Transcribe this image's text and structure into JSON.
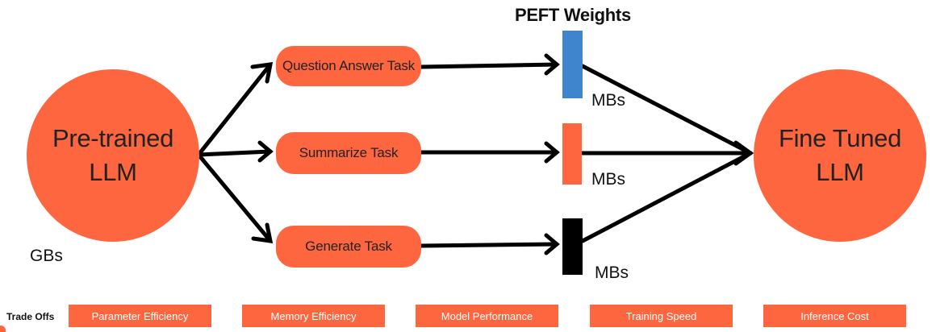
{
  "colors": {
    "orange": "#fe6640",
    "blue": "#3f85cd",
    "black": "#000000",
    "text": "#222222"
  },
  "title": "PEFT Weights",
  "source_model": {
    "line1": "Pre-trained",
    "line2": "LLM",
    "size_label": "GBs"
  },
  "target_model": {
    "line1": "Fine Tuned",
    "line2": "LLM"
  },
  "tasks": [
    {
      "label": "Question Answer Task",
      "weight_color": "blue",
      "weight_size": "MBs"
    },
    {
      "label": "Summarize Task",
      "weight_color": "orange",
      "weight_size": "MBs"
    },
    {
      "label": "Generate Task",
      "weight_color": "black",
      "weight_size": "MBs"
    }
  ],
  "tradeoffs": {
    "title": "Trade Offs",
    "items": [
      "Parameter Efficiency",
      "Memory Efficiency",
      "Model Performance",
      "Training Speed",
      "Inference Cost"
    ]
  }
}
